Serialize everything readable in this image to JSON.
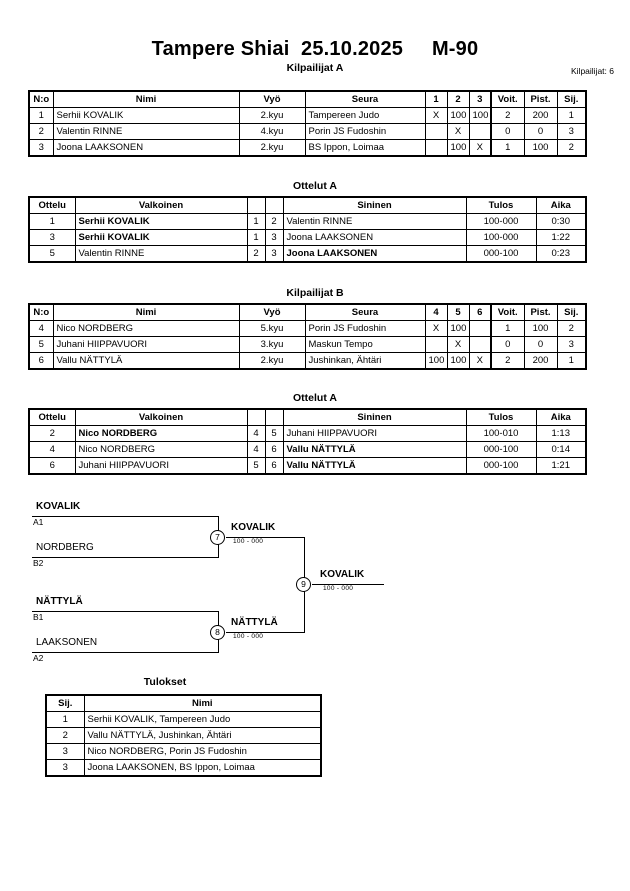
{
  "header": {
    "event": "Tampere Shiai",
    "date": "25.10.2025",
    "category": "M-90",
    "pool_a_label": "Kilpailijat A",
    "entry_count": "Kilpailijat: 6"
  },
  "pool_a": {
    "label": "Kilpailijat A",
    "columns": [
      "N:o",
      "Nimi",
      "Vyö",
      "Seura",
      "1",
      "2",
      "3",
      "Voit.",
      "Pist.",
      "Sij."
    ],
    "rows": [
      {
        "no": "1",
        "name": "Serhii KOVALIK",
        "belt": "2.kyu",
        "club": "Tampereen Judo",
        "m": [
          "X",
          "100",
          "100"
        ],
        "wins": "2",
        "points": "200",
        "rank": "1"
      },
      {
        "no": "2",
        "name": "Valentin RINNE",
        "belt": "4.kyu",
        "club": "Porin JS Fudoshin",
        "m": [
          "",
          "X",
          ""
        ],
        "wins": "0",
        "points": "0",
        "rank": "3"
      },
      {
        "no": "3",
        "name": "Joona LAAKSONEN",
        "belt": "2.kyu",
        "club": "BS Ippon, Loimaa",
        "m": [
          "",
          "100",
          "X"
        ],
        "wins": "1",
        "points": "100",
        "rank": "2"
      }
    ]
  },
  "matches_a": {
    "label": "Ottelut A",
    "columns": [
      "Ottelu",
      "Valkoinen",
      "",
      "",
      "Sininen",
      "Tulos",
      "Aika"
    ],
    "rows": [
      {
        "match": "1",
        "white": "Serhii KOVALIK",
        "white_bold": true,
        "wno": "1",
        "bno": "2",
        "blue": "Valentin RINNE",
        "blue_bold": false,
        "result": "100-000",
        "time": "0:30"
      },
      {
        "match": "3",
        "white": "Serhii KOVALIK",
        "white_bold": true,
        "wno": "1",
        "bno": "3",
        "blue": "Joona LAAKSONEN",
        "blue_bold": false,
        "result": "100-000",
        "time": "1:22"
      },
      {
        "match": "5",
        "white": "Valentin RINNE",
        "white_bold": false,
        "wno": "2",
        "bno": "3",
        "blue": "Joona LAAKSONEN",
        "blue_bold": true,
        "result": "000-100",
        "time": "0:23"
      }
    ]
  },
  "pool_b": {
    "label": "Kilpailijat B",
    "columns": [
      "N:o",
      "Nimi",
      "Vyö",
      "Seura",
      "4",
      "5",
      "6",
      "Voit.",
      "Pist.",
      "Sij."
    ],
    "rows": [
      {
        "no": "4",
        "name": "Nico NORDBERG",
        "belt": "5.kyu",
        "club": "Porin JS Fudoshin",
        "m": [
          "X",
          "100",
          ""
        ],
        "wins": "1",
        "points": "100",
        "rank": "2"
      },
      {
        "no": "5",
        "name": "Juhani HIIPPAVUORI",
        "belt": "3.kyu",
        "club": "Maskun Tempo",
        "m": [
          "",
          "X",
          ""
        ],
        "wins": "0",
        "points": "0",
        "rank": "3"
      },
      {
        "no": "6",
        "name": "Vallu NÄTTYLÄ",
        "belt": "2.kyu",
        "club": "Jushinkan, Ähtäri",
        "m": [
          "100",
          "100",
          "X"
        ],
        "wins": "2",
        "points": "200",
        "rank": "1"
      }
    ]
  },
  "matches_b": {
    "label": "Ottelut A",
    "columns": [
      "Ottelu",
      "Valkoinen",
      "",
      "",
      "Sininen",
      "Tulos",
      "Aika"
    ],
    "rows": [
      {
        "match": "2",
        "white": "Nico NORDBERG",
        "white_bold": true,
        "wno": "4",
        "bno": "5",
        "blue": "Juhani HIIPPAVUORI",
        "blue_bold": false,
        "result": "100-010",
        "time": "1:13"
      },
      {
        "match": "4",
        "white": "Nico NORDBERG",
        "white_bold": false,
        "wno": "4",
        "bno": "6",
        "blue": "Vallu NÄTTYLÄ",
        "blue_bold": true,
        "result": "000-100",
        "time": "0:14"
      },
      {
        "match": "6",
        "white": "Juhani HIIPPAVUORI",
        "white_bold": false,
        "wno": "5",
        "bno": "6",
        "blue": "Vallu NÄTTYLÄ",
        "blue_bold": true,
        "result": "000-100",
        "time": "1:21"
      }
    ]
  },
  "bracket": {
    "slots": [
      {
        "name": "KOVALIK",
        "seed": "A1",
        "bold": true
      },
      {
        "name": "NORDBERG",
        "seed": "B2",
        "bold": false
      },
      {
        "name": "NÄTTYLÄ",
        "seed": "B1",
        "bold": true
      },
      {
        "name": "LAAKSONEN",
        "seed": "A2",
        "bold": false
      }
    ],
    "semifinal_1": {
      "number": "7",
      "winner": "KOVALIK",
      "score": "100 - 000"
    },
    "semifinal_2": {
      "number": "8",
      "winner": "NÄTTYLÄ",
      "score": "100 - 000"
    },
    "final": {
      "number": "9",
      "winner": "KOVALIK",
      "score": "100 - 000"
    }
  },
  "results": {
    "label": "Tulokset",
    "columns": [
      "Sij.",
      "Nimi"
    ],
    "rows": [
      {
        "rank": "1",
        "name": "Serhii KOVALIK, Tampereen Judo"
      },
      {
        "rank": "2",
        "name": "Vallu NÄTTYLÄ, Jushinkan, Ähtäri"
      },
      {
        "rank": "3",
        "name": "Nico NORDBERG, Porin JS Fudoshin"
      },
      {
        "rank": "3",
        "name": "Joona LAAKSONEN, BS Ippon, Loimaa"
      }
    ]
  }
}
